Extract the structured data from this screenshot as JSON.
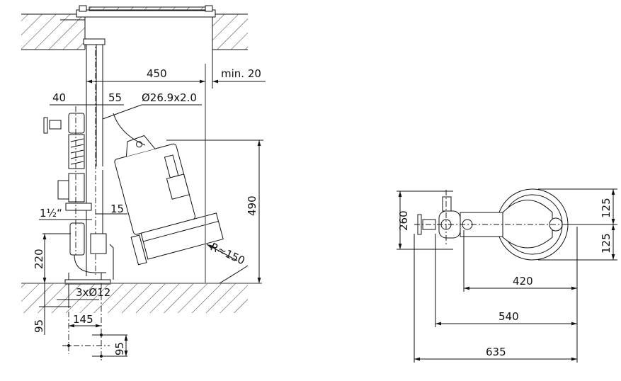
{
  "drawing": {
    "side_view": {
      "dim_width_pump": "450",
      "dim_wall_clearance": "min. 20",
      "dim_valve_offset": "40",
      "dim_pipe_offset": "55",
      "dim_pipe_size": "Ø26.9x2.0",
      "dim_height": "490",
      "dim_connection": "1½“",
      "dim_pipe_gap": "15",
      "dim_outlet_height": "220",
      "dim_anchor_holes": "3xØ12",
      "dim_anchor_depth": "95",
      "dim_bolt_spacing_x": "145",
      "dim_bolt_spacing_y": "95",
      "dim_radius": "R≈150"
    },
    "top_view": {
      "dim_width": "260",
      "dim_half_upper": "125",
      "dim_half_lower": "125",
      "dim_length_1": "420",
      "dim_length_2": "540",
      "dim_length_3": "635"
    }
  }
}
